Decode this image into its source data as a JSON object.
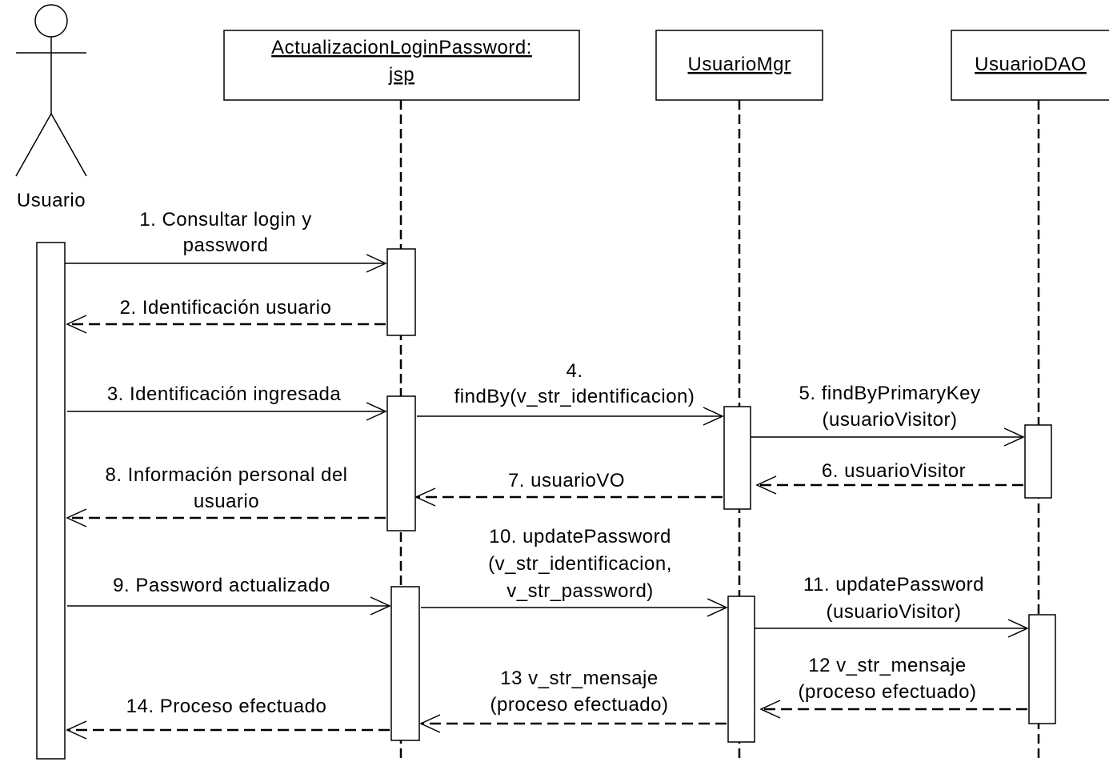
{
  "actor": {
    "label": "Usuario"
  },
  "participants": [
    {
      "id": "jsp",
      "label_lines": [
        "ActualizacionLoginPassword:",
        "jsp"
      ]
    },
    {
      "id": "mgr",
      "label_lines": [
        "UsuarioMgr"
      ]
    },
    {
      "id": "dao",
      "label_lines": [
        "UsuarioDAO"
      ]
    }
  ],
  "messages": [
    {
      "id": "m1",
      "kind": "call",
      "from": "actor",
      "to": "jsp",
      "label_lines": [
        "1. Consultar login y",
        "password"
      ]
    },
    {
      "id": "m2",
      "kind": "return",
      "from": "jsp",
      "to": "actor",
      "label_lines": [
        "2. Identificación usuario"
      ]
    },
    {
      "id": "m3",
      "kind": "call",
      "from": "actor",
      "to": "jsp",
      "label_lines": [
        "3. Identificación ingresada"
      ]
    },
    {
      "id": "m4",
      "kind": "call",
      "from": "jsp",
      "to": "mgr",
      "label_lines": [
        "4.",
        "findBy(v_str_identificacion)"
      ]
    },
    {
      "id": "m5",
      "kind": "call",
      "from": "mgr",
      "to": "dao",
      "label_lines": [
        "5. findByPrimaryKey",
        "(usuarioVisitor)"
      ]
    },
    {
      "id": "m6",
      "kind": "return",
      "from": "dao",
      "to": "mgr",
      "label_lines": [
        "6. usuarioVisitor"
      ]
    },
    {
      "id": "m7",
      "kind": "return",
      "from": "mgr",
      "to": "jsp",
      "label_lines": [
        "7. usuarioVO"
      ]
    },
    {
      "id": "m8",
      "kind": "return",
      "from": "jsp",
      "to": "actor",
      "label_lines": [
        "8. Información personal del",
        "usuario"
      ]
    },
    {
      "id": "m9",
      "kind": "call",
      "from": "actor",
      "to": "jsp",
      "label_lines": [
        "9. Password actualizado"
      ]
    },
    {
      "id": "m10",
      "kind": "call",
      "from": "jsp",
      "to": "mgr",
      "label_lines": [
        "10. updatePassword",
        "(v_str_identificacion,",
        "v_str_password)"
      ]
    },
    {
      "id": "m11",
      "kind": "call",
      "from": "mgr",
      "to": "dao",
      "label_lines": [
        "11. updatePassword",
        "(usuarioVisitor)"
      ]
    },
    {
      "id": "m12",
      "kind": "return",
      "from": "dao",
      "to": "mgr",
      "label_lines": [
        "12 v_str_mensaje",
        "(proceso efectuado)"
      ]
    },
    {
      "id": "m13",
      "kind": "return",
      "from": "mgr",
      "to": "jsp",
      "label_lines": [
        "13 v_str_mensaje",
        "(proceso efectuado)"
      ]
    },
    {
      "id": "m14",
      "kind": "return",
      "from": "jsp",
      "to": "actor",
      "label_lines": [
        "14. Proceso efectuado"
      ]
    }
  ]
}
